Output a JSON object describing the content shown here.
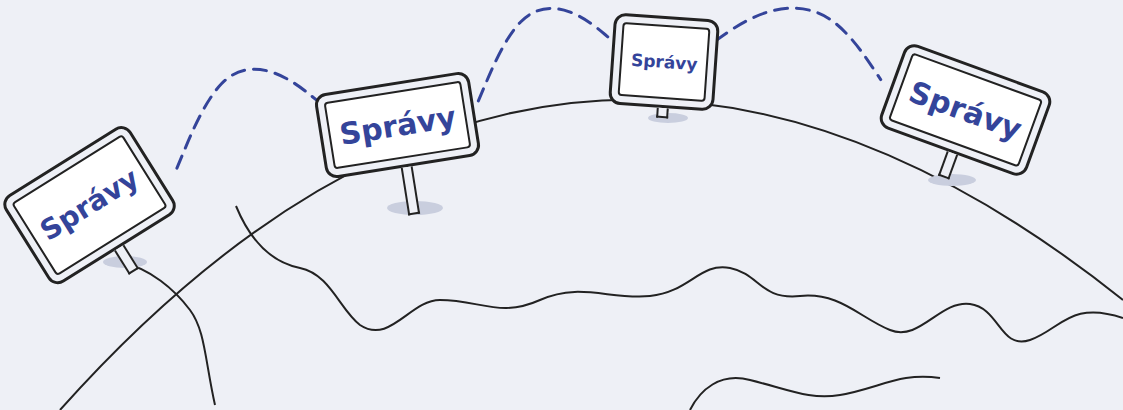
{
  "diagram": {
    "nodes": [
      {
        "text": [
          "Správy"
        ]
      },
      {
        "text": [
          "Správy"
        ]
      },
      {
        "text": [
          "Správy"
        ]
      },
      {
        "text": [
          "Správy"
        ]
      }
    ],
    "edges": [
      {
        "from": 0,
        "to": 1,
        "arrow": "none"
      },
      {
        "from": 1,
        "to": 2,
        "arrow": "none"
      },
      {
        "from": 2,
        "to": 3,
        "arrow": "none"
      }
    ]
  }
}
